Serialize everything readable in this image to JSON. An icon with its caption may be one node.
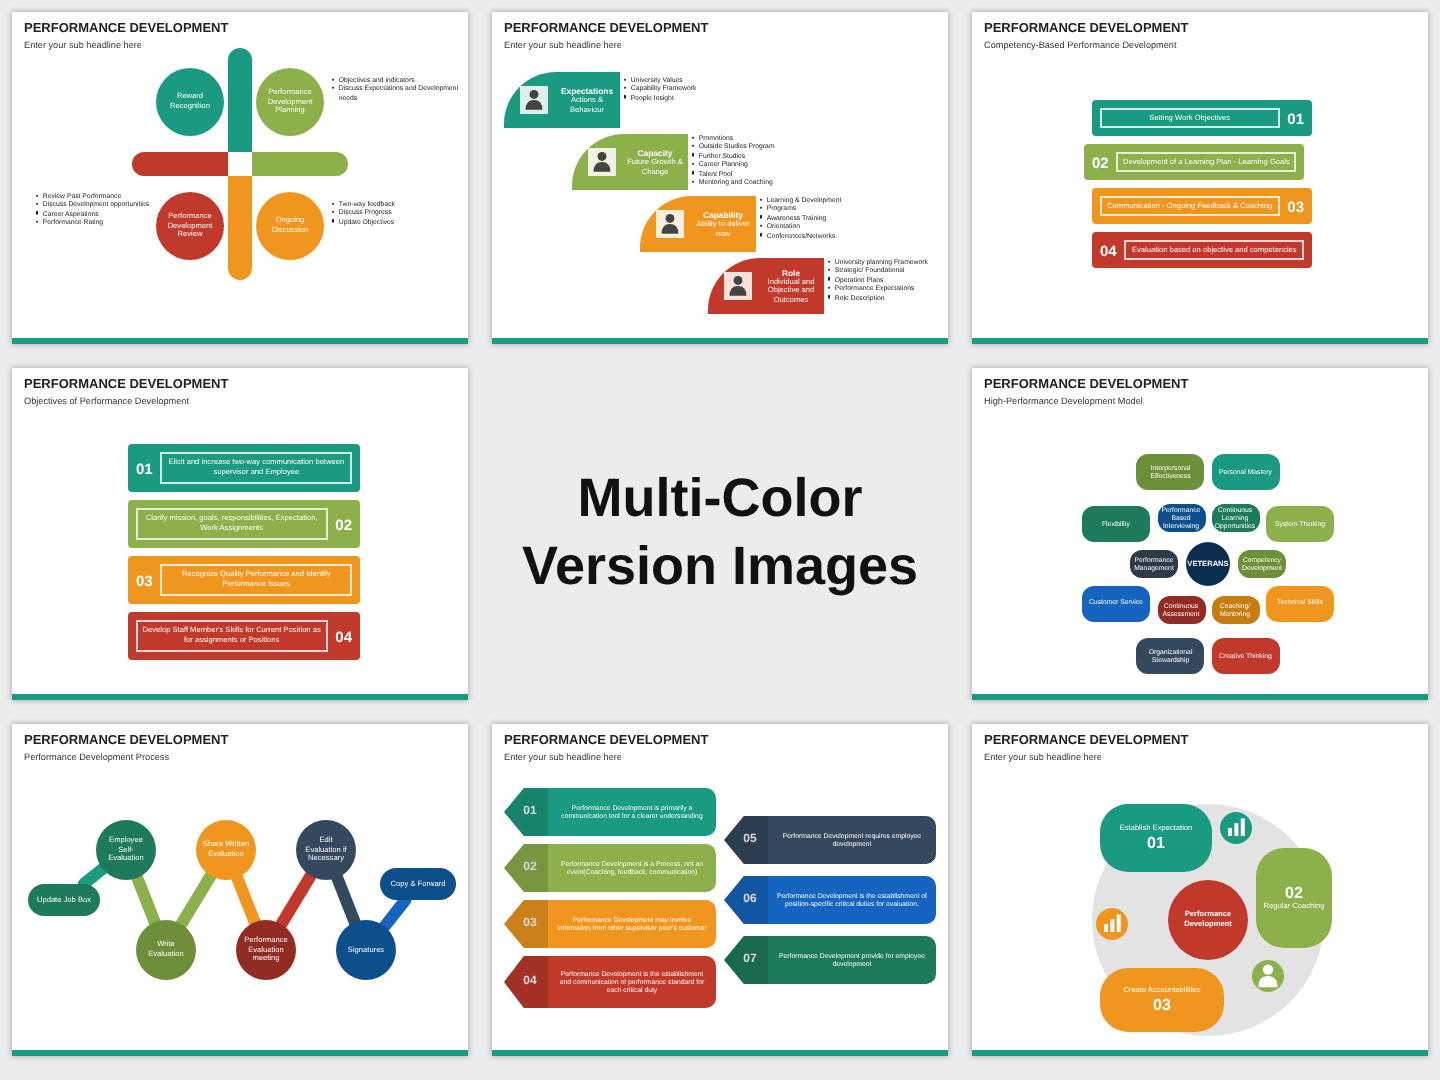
{
  "diagram": {
    "nodes": [
      {
        "text": [
          "PERFORMANCE DEVELOPMENT",
          "Enter your sub headline here"
        ]
      },
      {
        "text": [
          "Reward Recognition"
        ],
        "in": 0
      },
      {
        "text": [
          "Performance Development Planning"
        ],
        "in": 0,
        "beside": [
          "Objectives and indicators",
          "Discuss Expectations and Development needs"
        ]
      },
      {
        "text": [
          "Performance Development Review"
        ],
        "in": 0,
        "beside": [
          "Review Past Performance",
          "Discuss Development opportunities",
          "Career Aspirations",
          "Performance Rating"
        ]
      },
      {
        "text": [
          "Ongoing Discussion"
        ],
        "in": 0,
        "beside": [
          "Two-way feedback",
          "Discuss Progress",
          "Update Objectives"
        ]
      },
      {
        "text": [
          "PERFORMANCE DEVELOPMENT",
          "Enter your sub headline here"
        ]
      },
      {
        "text": [
          "Expectations",
          "Actions & Behaviour"
        ],
        "in": 5,
        "beside": [
          "University Values",
          "Capability Framework",
          "People Insight"
        ]
      },
      {
        "text": [
          "Capacity",
          "Future Growth & Change"
        ],
        "in": 5,
        "beside": [
          "Promotions",
          "Outside Studies Program",
          "Further Studies",
          "Career Planning",
          "Talent Pool",
          "Mentoring and Coaching"
        ]
      },
      {
        "text": [
          "Capability",
          "Ability to deliver now"
        ],
        "in": 5,
        "beside": [
          "Learning & Development",
          "Programs",
          "Awareness Training",
          "Orientation",
          "Conferences/Networks"
        ]
      },
      {
        "text": [
          "Role",
          "Individual and Objective and Outcomes"
        ],
        "in": 5,
        "beside": [
          "University planning Framework",
          "Strategic/ Foundational",
          "Operation Plans",
          "Performance Expectations",
          "Role Description"
        ]
      },
      {
        "text": [
          "PERFORMANCE DEVELOPMENT",
          "Competency-Based Performance Development"
        ]
      },
      {
        "text": [
          "Setting Work Objectives",
          "01"
        ],
        "in": 10
      },
      {
        "text": [
          "02",
          "Development of a Learning Plan - Learning Goals"
        ],
        "in": 10
      },
      {
        "text": [
          "Communication - Ongoing Feedback & Coaching",
          "03"
        ],
        "in": 10
      },
      {
        "text": [
          "04",
          "Evaluation based on objective and competencies"
        ],
        "in": 10
      },
      {
        "text": [
          "PERFORMANCE DEVELOPMENT",
          "Objectives of Performance Development"
        ]
      },
      {
        "text": [
          "01",
          "Elicit and increase two-way communication between supervisor and Employee"
        ],
        "in": 15
      },
      {
        "text": [
          "Clarify mission, goals, responsibilities, Expectation, Work Assignments",
          "02"
        ],
        "in": 15
      },
      {
        "text": [
          "03",
          "Recognize Quality Performance and Identify Performance Issues"
        ],
        "in": 15
      },
      {
        "text": [
          "Develop Staff Member's Skills for Current Position as for assignments or Positions",
          "04"
        ],
        "in": 15
      },
      {
        "text": [
          "PERFORMANCE DEVELOPMENT",
          "High-Performance Development Model"
        ]
      },
      {
        "text": [
          "Interpersonal Effectiveness"
        ],
        "in": 20
      },
      {
        "text": [
          "Personal Mastery"
        ],
        "in": 20
      },
      {
        "text": [
          "System Thinking"
        ],
        "in": 20
      },
      {
        "text": [
          "Technical Skills"
        ],
        "in": 20
      },
      {
        "text": [
          "Creative Thinking"
        ],
        "in": 20
      },
      {
        "text": [
          "Organizational Stewardship"
        ],
        "in": 20
      },
      {
        "text": [
          "Customer Service"
        ],
        "in": 20
      },
      {
        "text": [
          "Flexibility"
        ],
        "in": 20
      },
      {
        "text": [
          "Performance Based Interviewing"
        ],
        "in": 20
      },
      {
        "text": [
          "Continuous Learning Opportunities"
        ],
        "in": 20
      },
      {
        "text": [
          "Competency Development"
        ],
        "in": 20
      },
      {
        "text": [
          "Coaching/ Mentoring"
        ],
        "in": 20
      },
      {
        "text": [
          "Continuous Assessment"
        ],
        "in": 20
      },
      {
        "text": [
          "Performance Management"
        ],
        "in": 20
      },
      {
        "text": [
          "VETERANS"
        ],
        "in": 20
      },
      {
        "text": [
          "PERFORMANCE DEVELOPMENT",
          "Performance Development Process"
        ]
      },
      {
        "text": [
          "Update Job Box"
        ],
        "in": 36
      },
      {
        "text": [
          "Employee Self-Evaluation"
        ],
        "in": 36
      },
      {
        "text": [
          "Write Evaluation"
        ],
        "in": 36
      },
      {
        "text": [
          "Share Written Evaluation"
        ],
        "in": 36
      },
      {
        "text": [
          "Performance Evaluation meeting"
        ],
        "in": 36
      },
      {
        "text": [
          "Edit Evaluation if Necessary"
        ],
        "in": 36
      },
      {
        "text": [
          "Signatures"
        ],
        "in": 36
      },
      {
        "text": [
          "Copy & Forward"
        ],
        "in": 36
      },
      {
        "text": [
          "PERFORMANCE DEVELOPMENT",
          "Enter your sub headline here"
        ]
      },
      {
        "text": [
          "01",
          "Performance Development is primarily a communication tool for a clearer understanding"
        ],
        "in": 45
      },
      {
        "text": [
          "02",
          "Performance Development is a Process, not an event(Coaching, feedback, communication)"
        ],
        "in": 45
      },
      {
        "text": [
          "03",
          "Performance Development may involve information from other supervisor peer's customer"
        ],
        "in": 45
      },
      {
        "text": [
          "04",
          "Performance Development is the establishment and communication of performance standard  for each critical duty"
        ],
        "in": 45
      },
      {
        "text": [
          "05",
          "Performance Development requires employee development"
        ],
        "in": 45
      },
      {
        "text": [
          "06",
          "Performance Development is the establishment of position-specific critical duties for evaluation."
        ],
        "in": 45
      },
      {
        "text": [
          "07",
          "Performance Development provide for employee development"
        ],
        "in": 45
      },
      {
        "text": [
          "PERFORMANCE DEVELOPMENT",
          "Enter your sub headline here"
        ]
      },
      {
        "text": [
          "Establish Expectation",
          "01"
        ],
        "in": 53
      },
      {
        "text": [
          "02",
          "Regular Coaching"
        ],
        "in": 53
      },
      {
        "text": [
          "Create Accountabilities",
          "03"
        ],
        "in": 53
      },
      {
        "text": [
          "Performance Development"
        ],
        "in": 53
      }
    ],
    "edges": [
      {
        "from": 37,
        "to": 38,
        "arrow": "none",
        "color": "#1a9a80"
      },
      {
        "from": 38,
        "to": 39,
        "arrow": "none",
        "color": "#8cb04a"
      },
      {
        "from": 39,
        "to": 40,
        "arrow": "none",
        "color": "#8cb04a"
      },
      {
        "from": 40,
        "to": 41,
        "arrow": "none",
        "color": "#f0961e"
      },
      {
        "from": 41,
        "to": 42,
        "arrow": "none",
        "color": "#c0392b"
      },
      {
        "from": 42,
        "to": 43,
        "arrow": "none",
        "color": "#34495e"
      },
      {
        "from": 43,
        "to": 44,
        "arrow": "none",
        "color": "#1565c0"
      }
    ],
    "labels": [
      "Multi-Color Version Images"
    ]
  }
}
